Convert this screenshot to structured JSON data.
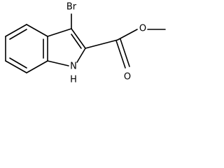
{
  "structure": {
    "atom_labels": {
      "bromine": "Br",
      "ring_nitrogen": "N",
      "ring_nitrogen_hydrogen": "H",
      "carbonyl_oxygen": "O",
      "ester_oxygen": "O"
    },
    "colors": {
      "bonds": "#000000",
      "text": "#000000",
      "background": "#ffffff"
    }
  }
}
